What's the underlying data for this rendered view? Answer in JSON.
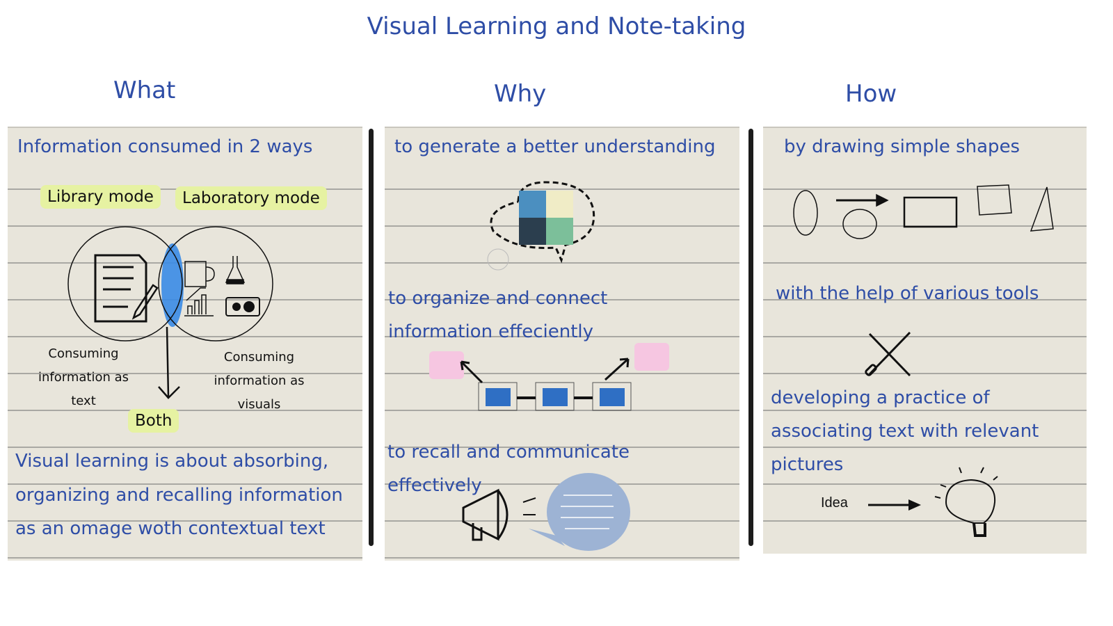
{
  "title": "Visual Learning and Note-taking",
  "columns": {
    "what": {
      "heading": "What",
      "intro": "Information consumed in 2 ways",
      "library_mode": "Library mode",
      "laboratory_mode": "Laboratory mode",
      "text_caption": [
        "Consuming",
        "information as",
        "text"
      ],
      "visual_caption": [
        "Consuming",
        "information as",
        "visuals"
      ],
      "both": "Both",
      "summary": [
        "Visual learning is about absorbing,",
        "organizing and recalling information",
        "as an omage woth contextual text"
      ]
    },
    "why": {
      "heading": "Why",
      "reason1": "to generate a better understanding",
      "reason2": [
        "to organize and connect",
        "information effeciently"
      ],
      "reason3": [
        "to recall and communicate",
        "effectively"
      ]
    },
    "how": {
      "heading": "How",
      "method1": "by drawing simple shapes",
      "method2": "with the help of various tools",
      "method3": [
        "developing a practice of",
        "associating text with relevant",
        "pictures"
      ],
      "idea_label": "Idea"
    }
  },
  "colors": {
    "text_blue": "#2e4da6",
    "paper": "#e8e5db",
    "highlight": "#e6f2a2",
    "pink": "#f6c6e1",
    "node_blue": "#2f6fc4",
    "bubble": "#9db3d4"
  }
}
